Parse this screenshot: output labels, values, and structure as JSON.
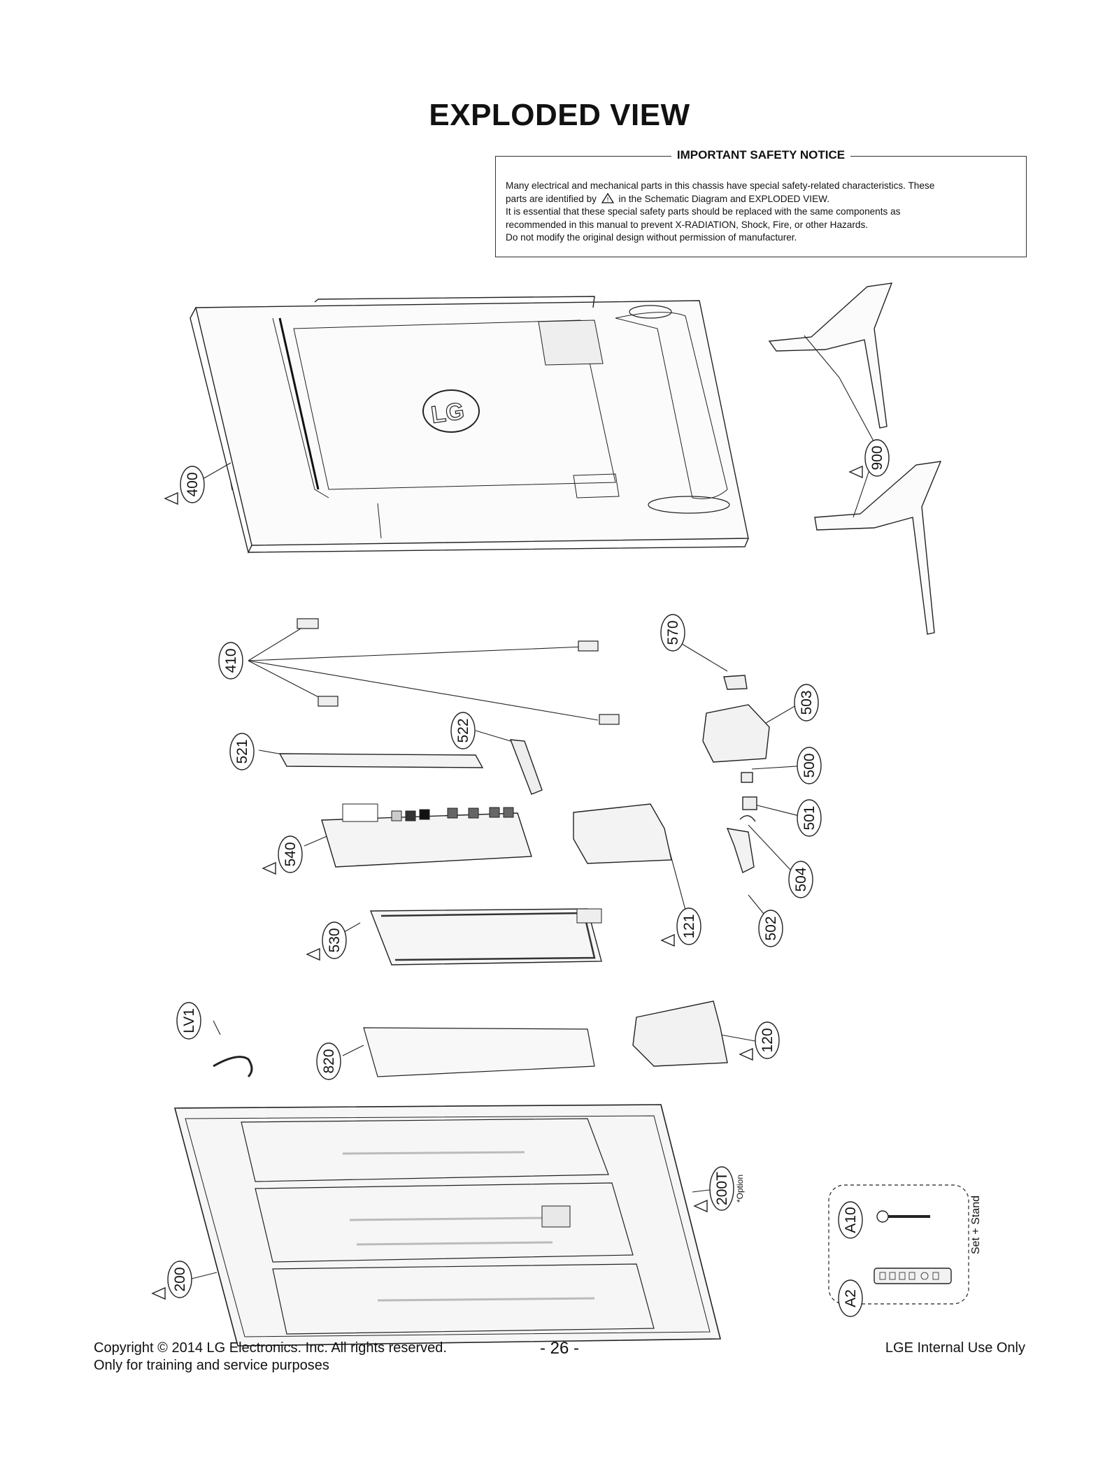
{
  "title": "EXPLODED VIEW",
  "notice": {
    "heading": "IMPORTANT SAFETY NOTICE",
    "line1": "Many electrical and mechanical parts in this chassis have special safety-related characteristics. These",
    "line2a": "parts are identified by",
    "line2b": "in the Schematic Diagram and EXPLODED VIEW.",
    "line3": "It is essential that these special safety parts should be replaced with the same components as",
    "line4": "recommended in this manual to prevent X-RADIATION, Shock, Fire, or other Hazards.",
    "line5": "Do not modify the original design without permission of manufacturer."
  },
  "back_cover_logo": "LG",
  "callouts": [
    {
      "label": "400",
      "safety": true
    },
    {
      "label": "900",
      "safety": true
    },
    {
      "label": "410",
      "safety": false
    },
    {
      "label": "570",
      "safety": false
    },
    {
      "label": "503",
      "safety": false
    },
    {
      "label": "521",
      "safety": false
    },
    {
      "label": "522",
      "safety": false
    },
    {
      "label": "500",
      "safety": false
    },
    {
      "label": "501",
      "safety": false
    },
    {
      "label": "540",
      "safety": true
    },
    {
      "label": "504",
      "safety": false
    },
    {
      "label": "121",
      "safety": true
    },
    {
      "label": "502",
      "safety": false
    },
    {
      "label": "530",
      "safety": true
    },
    {
      "label": "LV1",
      "safety": false
    },
    {
      "label": "820",
      "safety": false
    },
    {
      "label": "120",
      "safety": true
    },
    {
      "label": "200T",
      "safety": true,
      "note": "*Option"
    },
    {
      "label": "200",
      "safety": true
    },
    {
      "label": "A10",
      "safety": false
    },
    {
      "label": "A2",
      "safety": false
    }
  ],
  "accessory_group_label": "Set + Stand",
  "footer": {
    "copyright": "Copyright  © 2014 LG Electronics. Inc. All rights reserved.",
    "purpose": "Only for training and service purposes",
    "page": "- 26 -",
    "internal": "LGE Internal Use Only"
  }
}
